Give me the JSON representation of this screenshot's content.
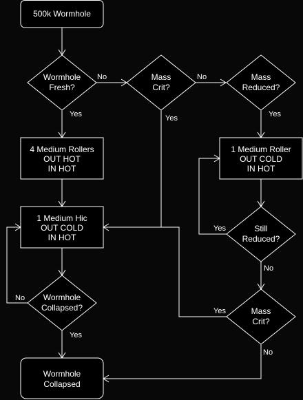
{
  "nodes": {
    "start": {
      "lines": [
        "500k Wormhole"
      ]
    },
    "q_fresh": {
      "lines": [
        "Wormhole",
        "Fresh?"
      ]
    },
    "q_mass_crit_1": {
      "lines": [
        "Mass",
        "Crit?"
      ]
    },
    "q_mass_reduced": {
      "lines": [
        "Mass",
        "Reduced?"
      ]
    },
    "four_rollers": {
      "lines": [
        "4 Medium Rollers",
        "OUT HOT",
        "IN HOT"
      ]
    },
    "one_roller": {
      "lines": [
        "1 Medium Roller",
        "OUT COLD",
        "IN HOT"
      ]
    },
    "one_hic": {
      "lines": [
        "1 Medium Hic",
        "OUT COLD",
        "IN HOT"
      ]
    },
    "q_still_reduced": {
      "lines": [
        "Still",
        "Reduced?"
      ]
    },
    "q_collapsed": {
      "lines": [
        "Wormhole",
        "Collapsed?"
      ]
    },
    "q_mass_crit_2": {
      "lines": [
        "Mass",
        "Crit?"
      ]
    },
    "end": {
      "lines": [
        "Wormhole",
        "Collapsed"
      ]
    }
  },
  "edge_labels": {
    "fresh_no": "No",
    "fresh_yes": "Yes",
    "crit1_no": "No",
    "crit1_yes": "Yes",
    "reduced_yes": "Yes",
    "still_yes": "Yes",
    "still_no": "No",
    "collapsed_no": "No",
    "collapsed_yes": "Yes",
    "crit2_yes": "Yes",
    "crit2_no": "No"
  },
  "colors": {
    "background": "#080808",
    "stroke": "#ffffff",
    "text": "#ffffff"
  }
}
